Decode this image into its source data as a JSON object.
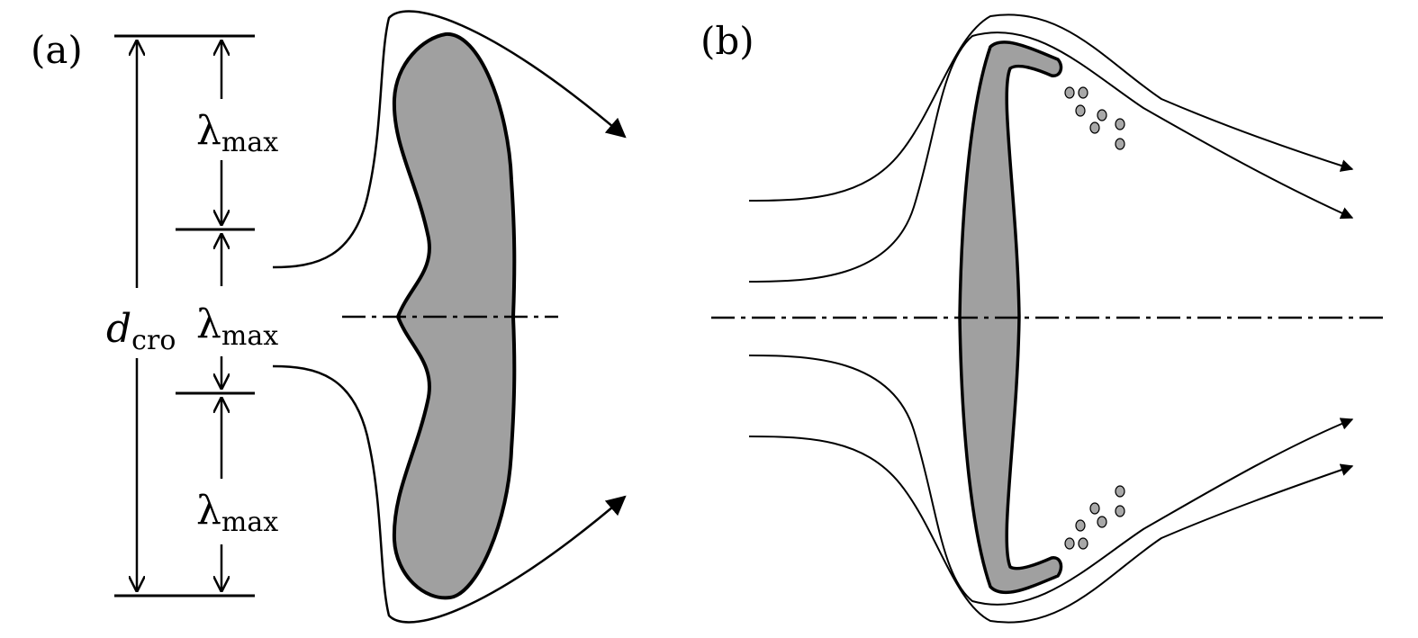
{
  "panels": {
    "a": {
      "label": "(a)"
    },
    "b": {
      "label": "(b)"
    }
  },
  "labels": {
    "lambda_symbol": "λ",
    "lambda_subscript": "max",
    "d_symbol": "d",
    "d_subscript": "cro"
  },
  "colors": {
    "stroke": "#000000",
    "fill": "#a0a0a0",
    "droplet": "#a8a8a8"
  }
}
